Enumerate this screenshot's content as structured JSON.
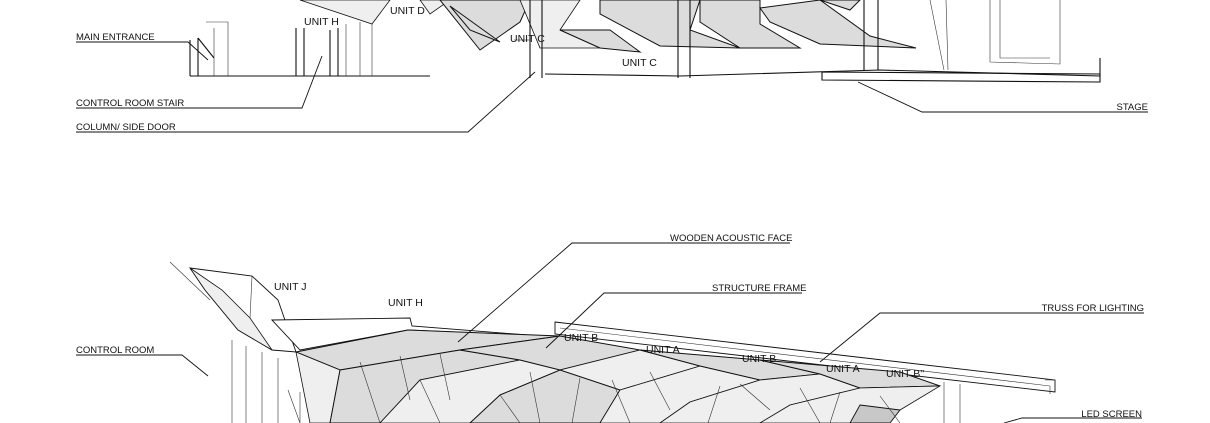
{
  "top_view": {
    "callouts": {
      "main_entrance": "MAIN ENTRANCE",
      "control_room_stair": "CONTROL ROOM STAIR",
      "column_side_door": "COLUMN/ SIDE DOOR",
      "stage": "STAGE"
    },
    "units": {
      "unit_d": "UNIT D",
      "unit_h": "UNIT H",
      "unit_c_column": "UNIT C",
      "unit_c": "UNIT C"
    }
  },
  "bottom_view": {
    "callouts": {
      "wooden_acoustic_face": "WOODEN ACOUSTIC FACE",
      "structure_frame": "STRUCTURE FRAME",
      "truss_for_lighting": "TRUSS FOR LIGHTING",
      "control_room": "CONTROL ROOM",
      "led_screen": "LED SCREEN"
    },
    "units": {
      "unit_j": "UNIT J",
      "unit_h": "UNIT H",
      "unit_b_1": "UNIT B",
      "unit_a_1": "UNIT A",
      "unit_b_2": "UNIT B",
      "unit_a_2": "UNIT A",
      "unit_b_double_prime": "UNIT B''"
    }
  }
}
